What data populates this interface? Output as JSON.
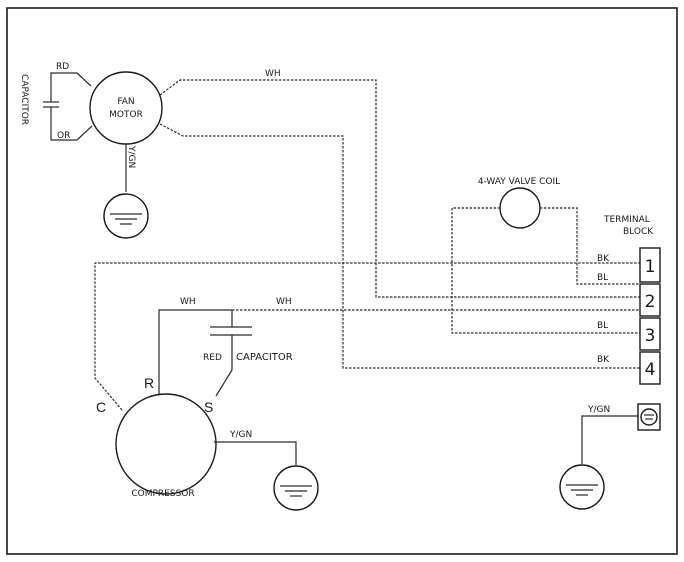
{
  "fan_motor": {
    "line1": "FAN",
    "line2": "MOTOR"
  },
  "fan_capacitor": {
    "label": "CAPACITOR",
    "top_wire": "RD",
    "bottom_wire": "OR"
  },
  "fan_ground_wire": "Y/GN",
  "wires": {
    "fan_wh": "WH",
    "comp_wh_left": "WH",
    "comp_wh_right": "WH",
    "comp_ground": "Y/GN",
    "chassis_ground": "Y/GN"
  },
  "valve_coil": {
    "label": "4-WAY VALVE COIL"
  },
  "terminal_block": {
    "title_line1": "TERMINAL",
    "title_line2": "BLOCK",
    "terminals": [
      "1",
      "2",
      "3",
      "4"
    ],
    "wire_labels": {
      "t1_upper": "BK",
      "t1_lower": "BL",
      "t3": "BL",
      "t4": "BK"
    }
  },
  "compressor": {
    "label": "COMPRESSOR",
    "pin_c": "C",
    "pin_r": "R",
    "pin_s": "S"
  },
  "run_capacitor": {
    "wire": "RED",
    "label": "CAPACITOR"
  }
}
